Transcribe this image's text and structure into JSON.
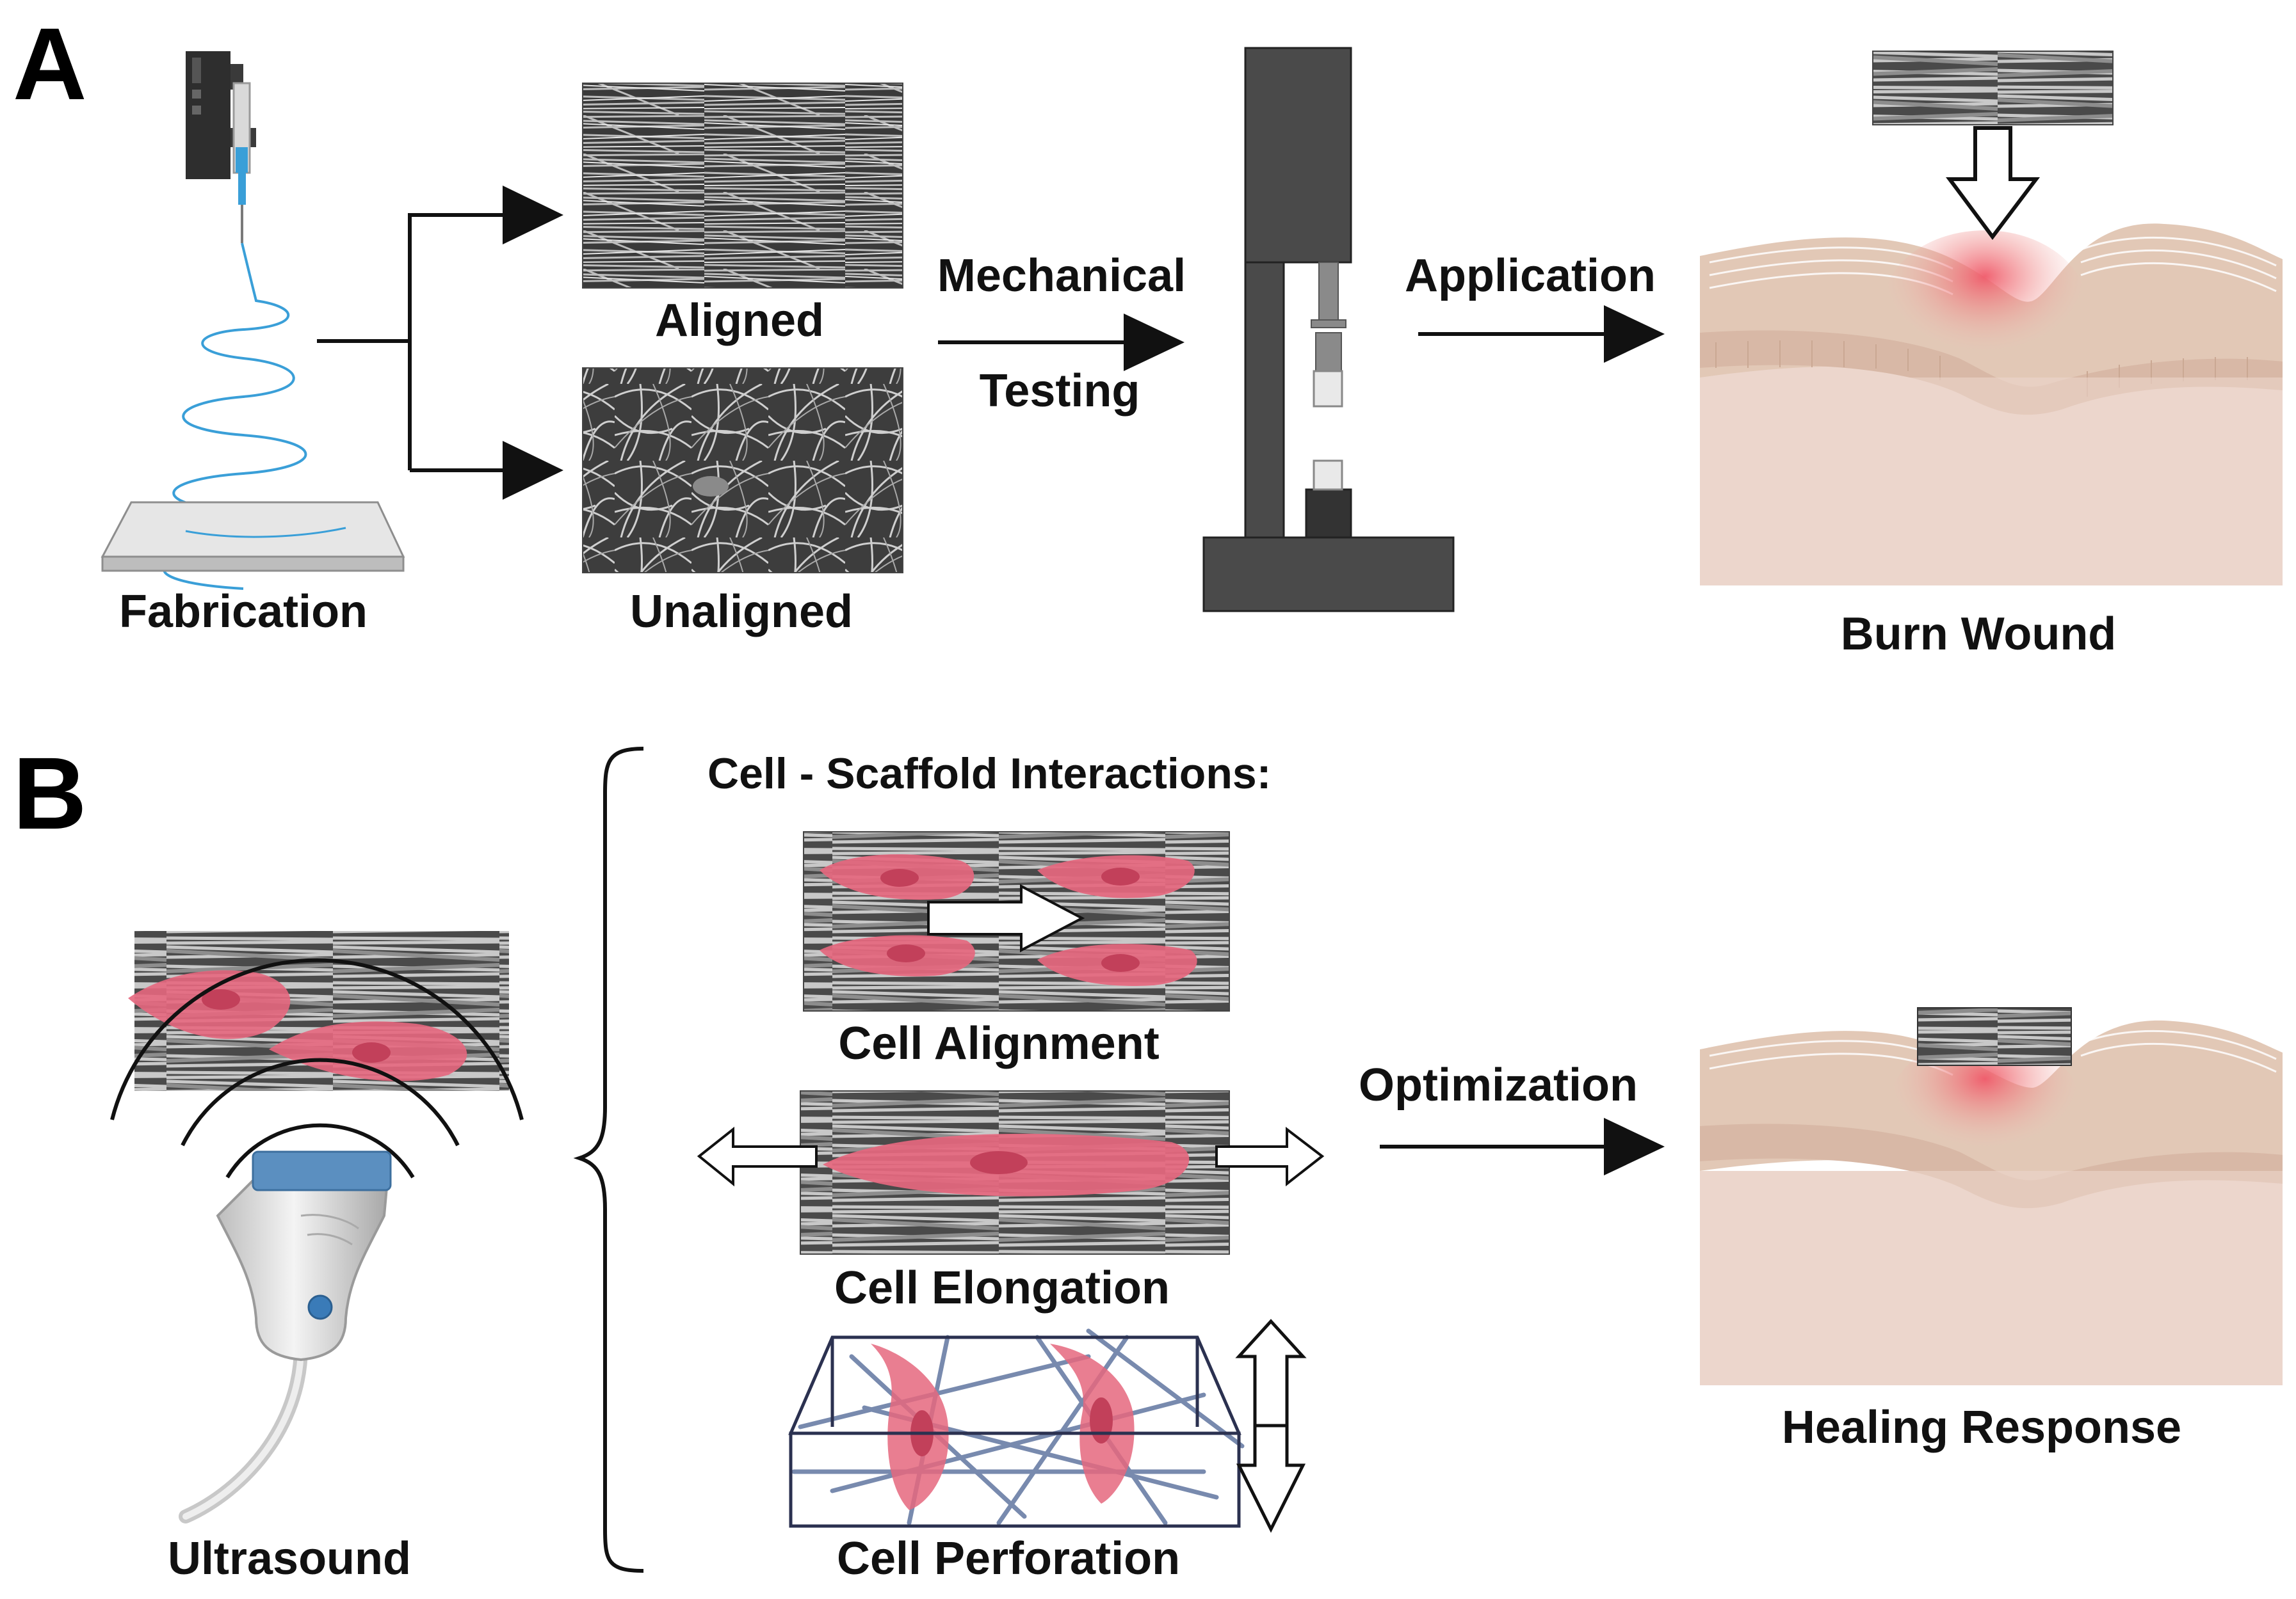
{
  "panel_a": {
    "letter": "A",
    "fabrication": "Fabrication",
    "aligned": "Aligned",
    "unaligned": "Unaligned",
    "mechanical_line1": "Mechanical",
    "mechanical_line2": "Testing",
    "application": "Application",
    "burn_wound": "Burn Wound"
  },
  "panel_b": {
    "letter": "B",
    "ultrasound": "Ultrasound",
    "interactions_title": "Cell - Scaffold Interactions:",
    "cell_alignment": "Cell Alignment",
    "cell_elongation": "Cell Elongation",
    "cell_perforation": "Cell Perforation",
    "optimization": "Optimization",
    "healing_response": "Healing Response"
  },
  "colors": {
    "arrow": "#111111",
    "cell_pink": "#e5677e",
    "cell_nucleus": "#c2405a",
    "skin_base": "#e9d2c8",
    "wound_red": "#f05a6a",
    "fiber_gray": "#5c5c5c",
    "machine_gray": "#4a4a4a",
    "syringe_blue": "#3a9fd8",
    "probe_blue": "#5b8fc0",
    "mesh_blue": "#6a7ea6"
  }
}
